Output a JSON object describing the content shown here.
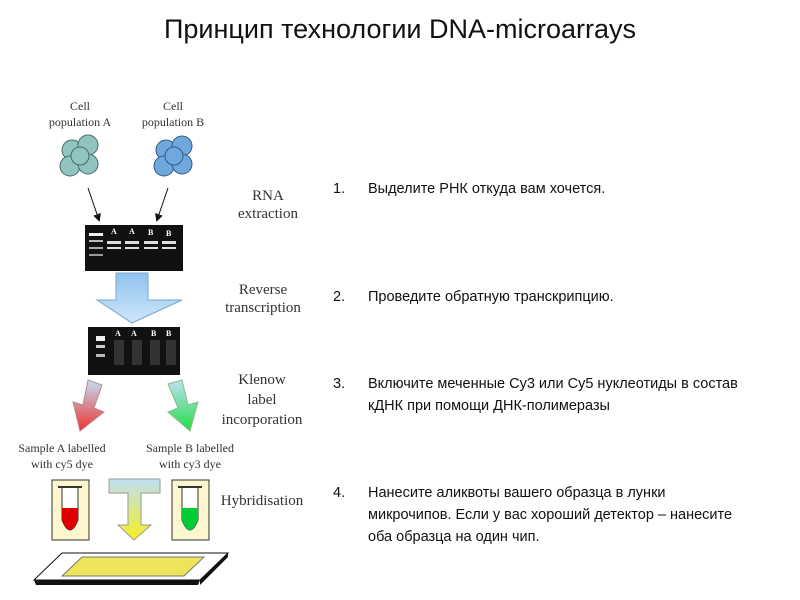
{
  "title": "Принцип технологии DNA-microarrays",
  "diagram": {
    "cell_a": [
      "Cell",
      "population A"
    ],
    "cell_b": [
      "Cell",
      "population B"
    ],
    "gel_lanes": [
      "A",
      "A",
      "B",
      "B"
    ],
    "stage_rna": [
      "RNA",
      "extraction"
    ],
    "stage_rt": [
      "Reverse",
      "transcription"
    ],
    "stage_klenow": [
      "Klenow",
      "label",
      "incorporation"
    ],
    "stage_hyb": "Hybridisation",
    "sample_a": [
      "Sample A labelled",
      "with cy5 dye"
    ],
    "sample_b": [
      "Sample B labelled",
      "with cy3 dye"
    ],
    "colors": {
      "cy5": "#e00000",
      "cy3": "#00cc33",
      "arrow_blue": "#a8d0f0"
    }
  },
  "steps": [
    {
      "num": "1.",
      "text": "Выделите РНК откуда вам хочется."
    },
    {
      "num": "2.",
      "text": "Проведите обратную транскрипцию."
    },
    {
      "num": "3.",
      "text": "Включите меченные Cy3 или Cy5 нуклеотиды в состав кДНК при помощи ДНК-полимеразы"
    },
    {
      "num": "4.",
      "text": "Нанесите аликвоты вашего образца в лунки микрочипов. Если у вас хороший детектор – нанесите оба образца на один чип."
    }
  ]
}
